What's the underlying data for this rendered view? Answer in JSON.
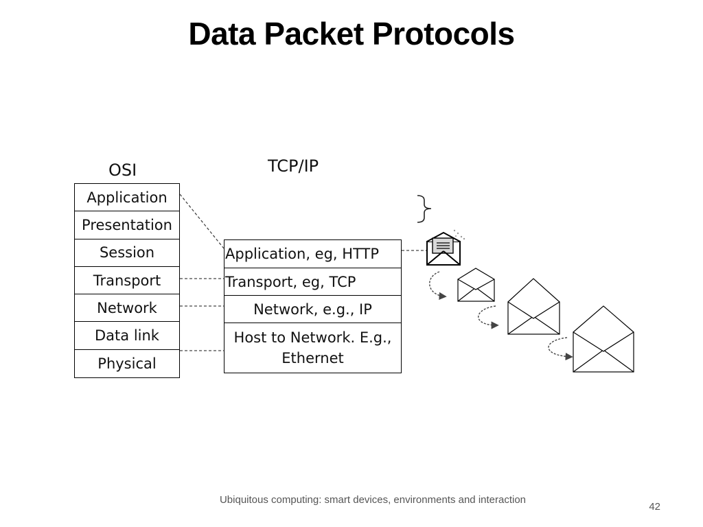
{
  "slide": {
    "title": "Data Packet Protocols",
    "footer": "Ubiquitous computing: smart devices, environments and interaction",
    "page_number": "42"
  },
  "diagram": {
    "osi": {
      "heading": "OSI",
      "layers": [
        "Application",
        "Presentation",
        "Session",
        "Transport",
        "Network",
        "Data link",
        "Physical"
      ]
    },
    "tcpip": {
      "heading": "TCP/IP",
      "layers": [
        "Application, eg, HTTP",
        "Transport, eg, TCP",
        "Network, e.g., IP",
        "Host to Network. E.g., Ethernet"
      ]
    },
    "icons": [
      "envelope-with-letter-icon",
      "envelope-icon",
      "curved-arrow-icon",
      "brace-icon"
    ],
    "colors": {
      "line": "#000000",
      "dashed_connector": "#444444",
      "footer_text": "#555555"
    }
  }
}
